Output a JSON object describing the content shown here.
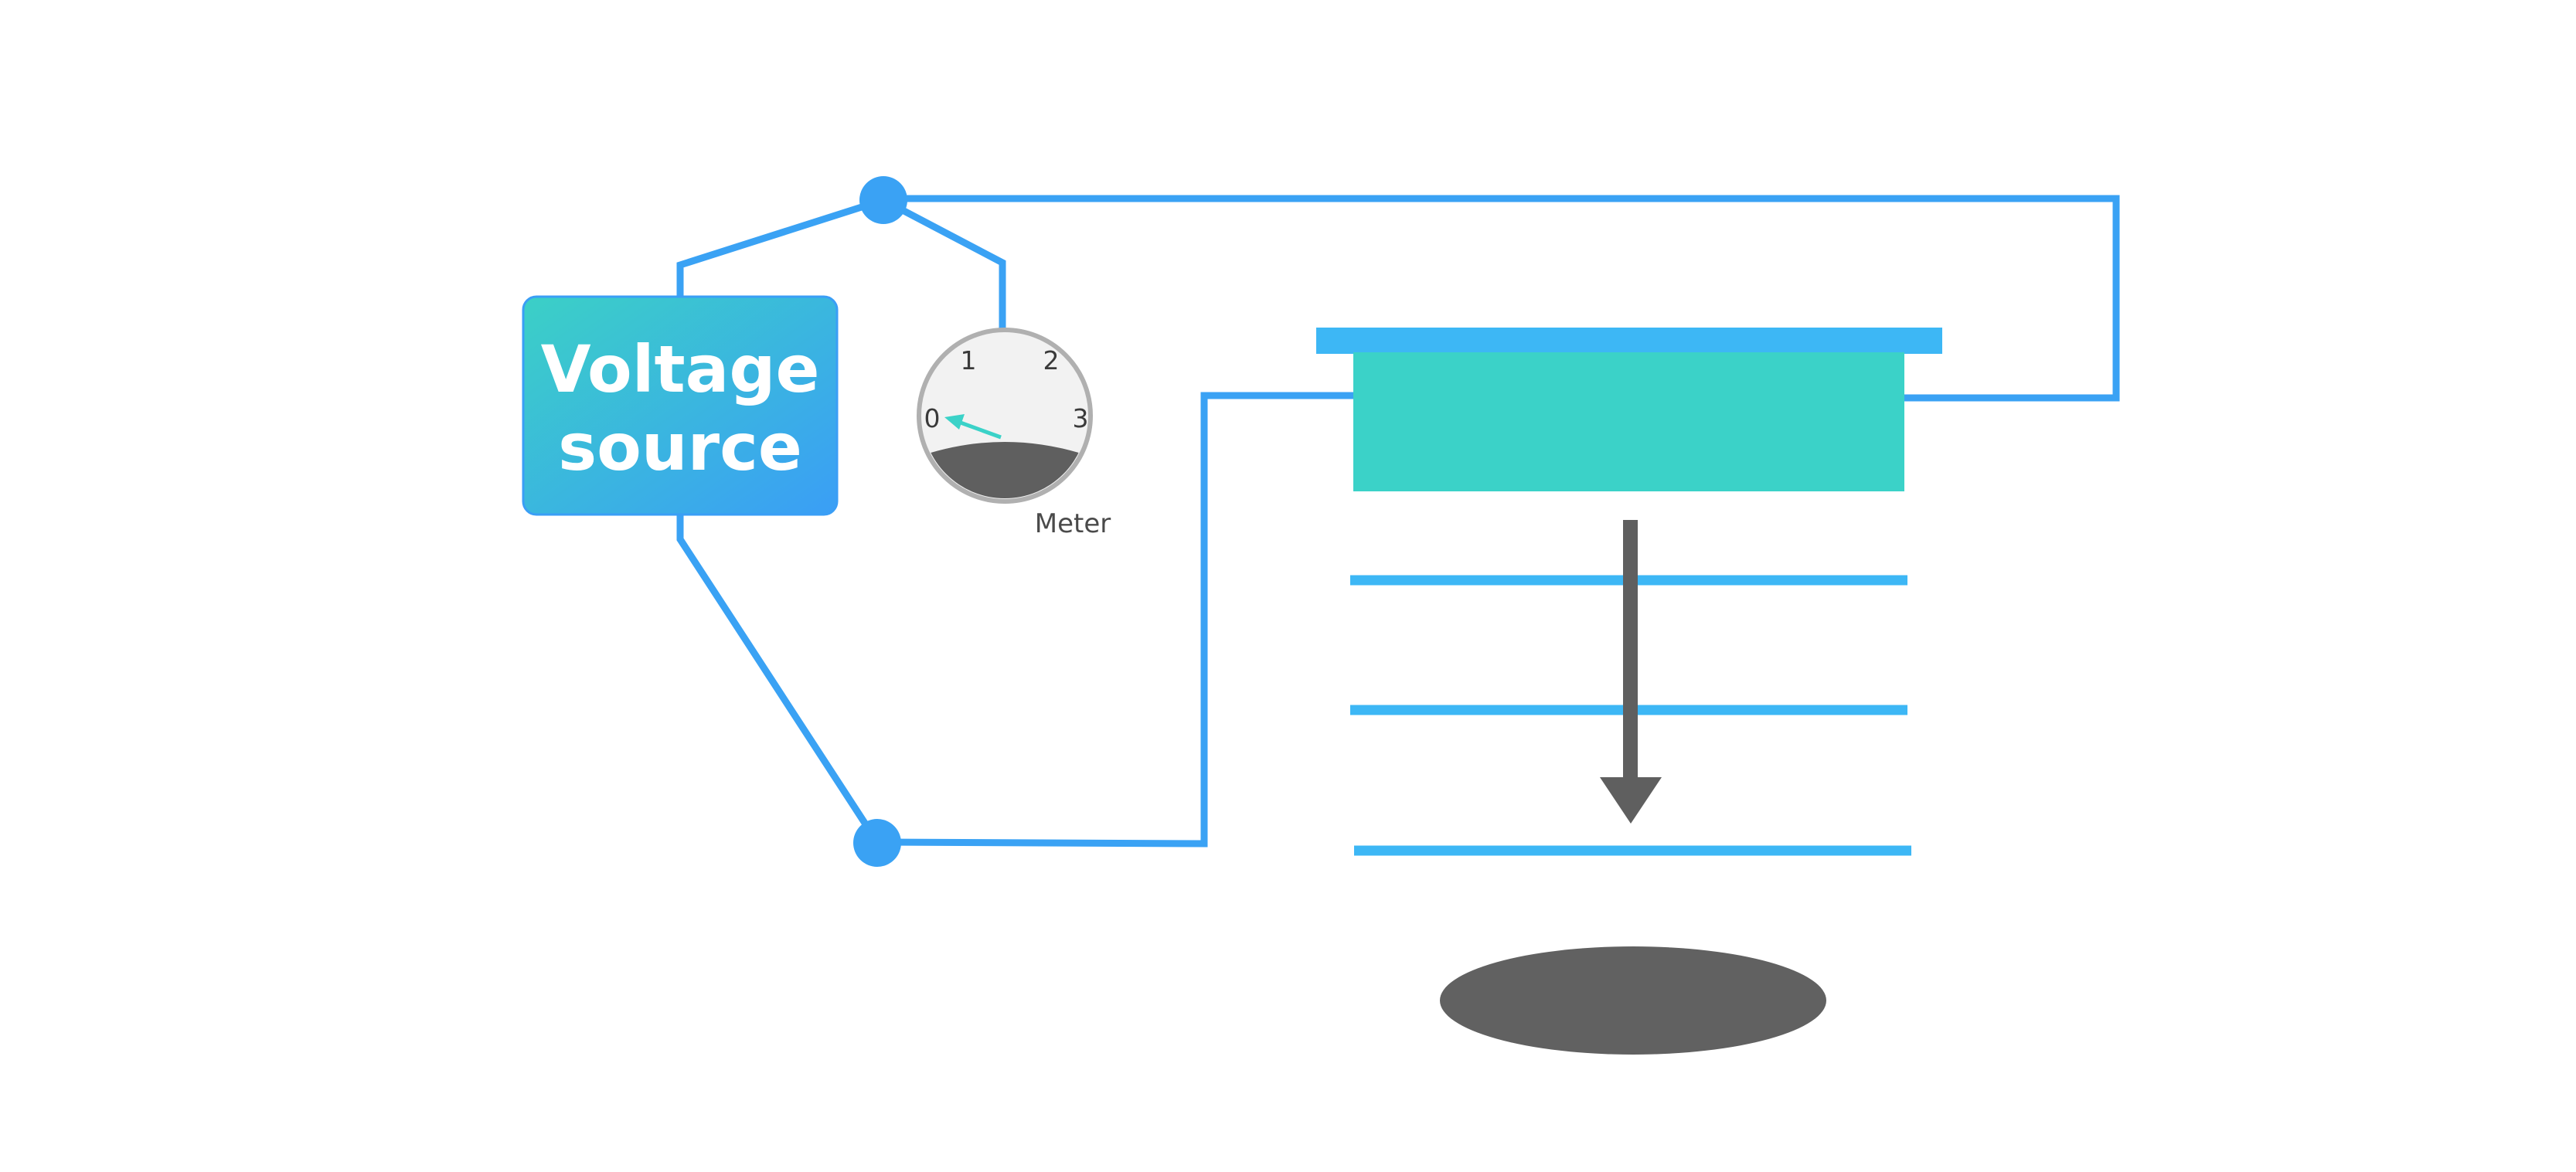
{
  "source": {
    "line1": "Voltage",
    "line2": "source"
  },
  "meter": {
    "label": "Meter",
    "ticks": [
      "0",
      "1",
      "2",
      "3"
    ],
    "reading": "0"
  },
  "colors": {
    "wire": "#3aa2f4",
    "source_gradient_start": "#3bd0c6",
    "source_gradient_end": "#3a9ef6",
    "plate_top": "#3db7f5",
    "body": "#3bd2c8",
    "arrow": "#5f5f5f",
    "drop": "#616161"
  }
}
